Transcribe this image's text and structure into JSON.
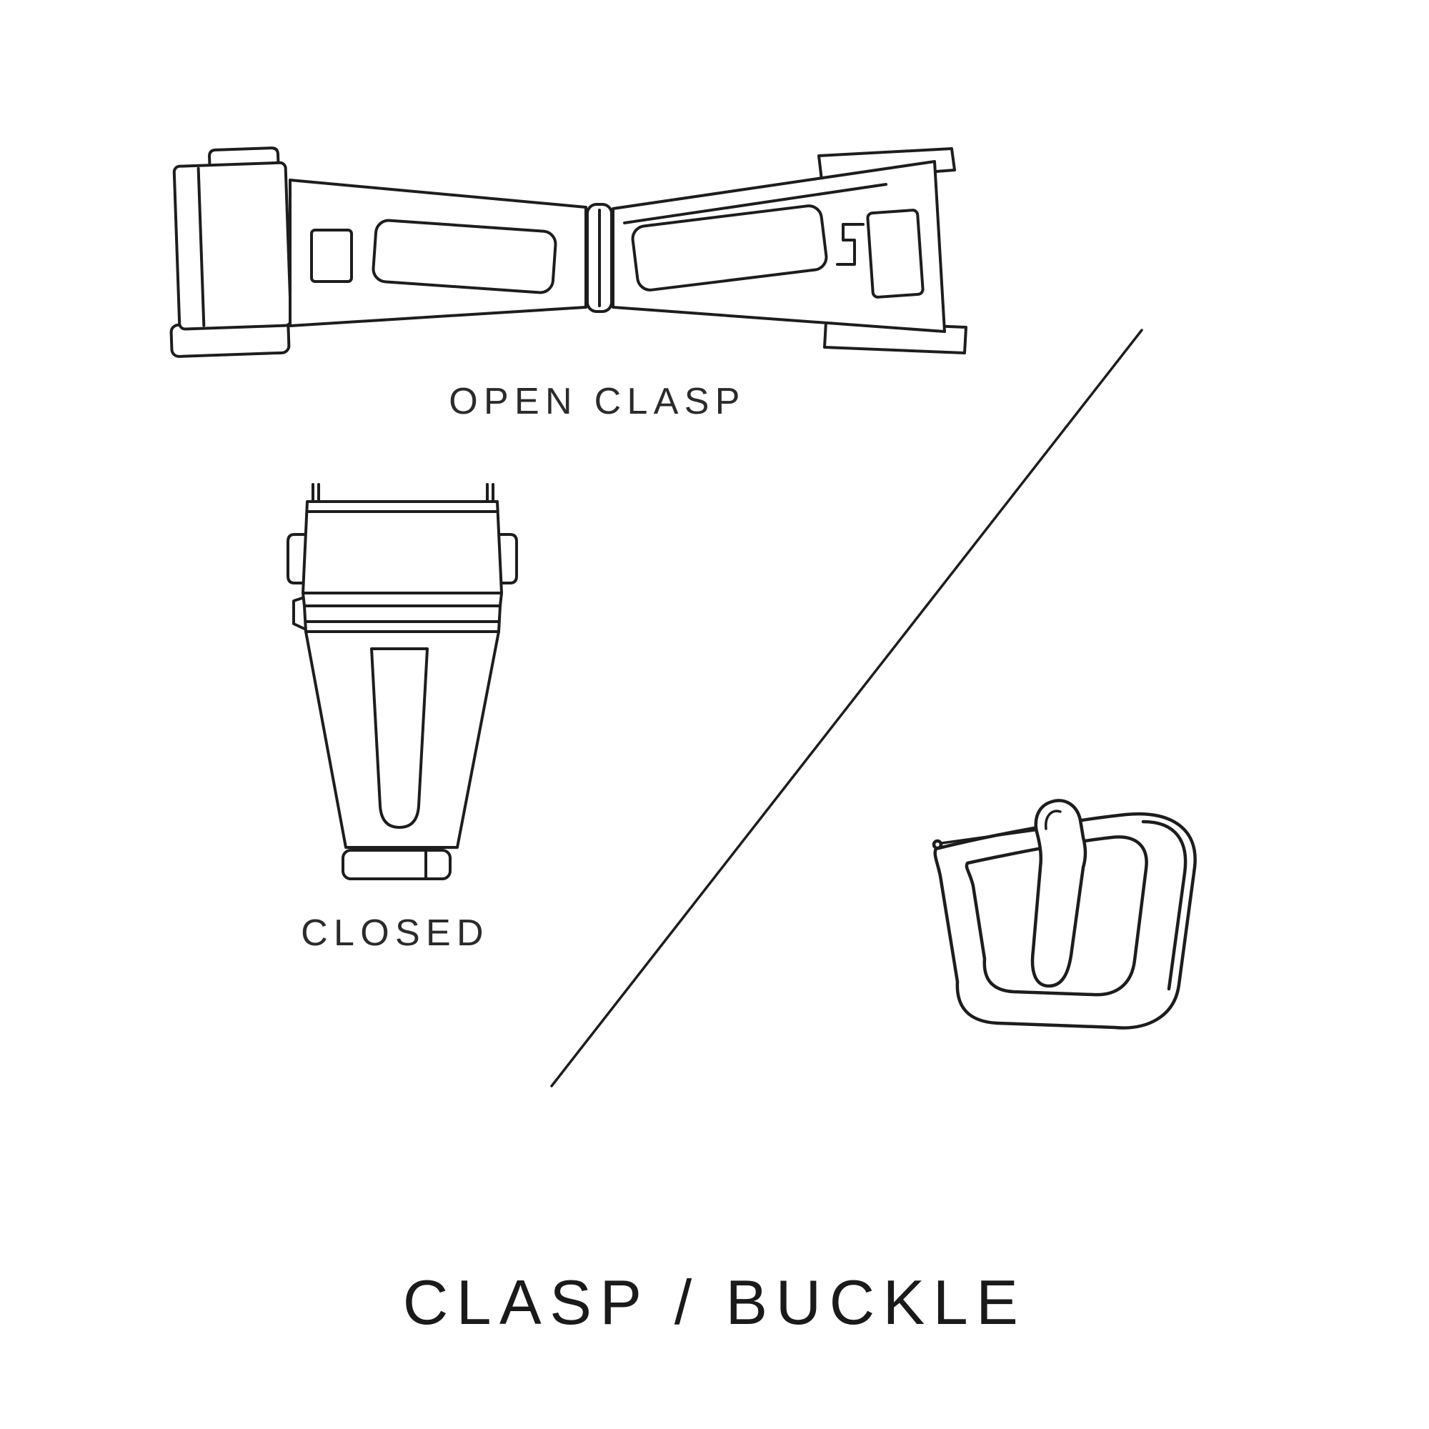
{
  "page": {
    "title": "CLASP / BUCKLE",
    "background_color": "#ffffff",
    "ink_color": "#1d1d1d"
  },
  "labels": {
    "open_clasp": "OPEN CLASP",
    "closed": "CLOSED"
  },
  "illustrations": {
    "open_clasp": "open-clasp-line-art",
    "closed_clasp": "closed-clasp-line-art",
    "buckle": "tang-buckle-line-art",
    "divider": "diagonal-divider-line"
  }
}
